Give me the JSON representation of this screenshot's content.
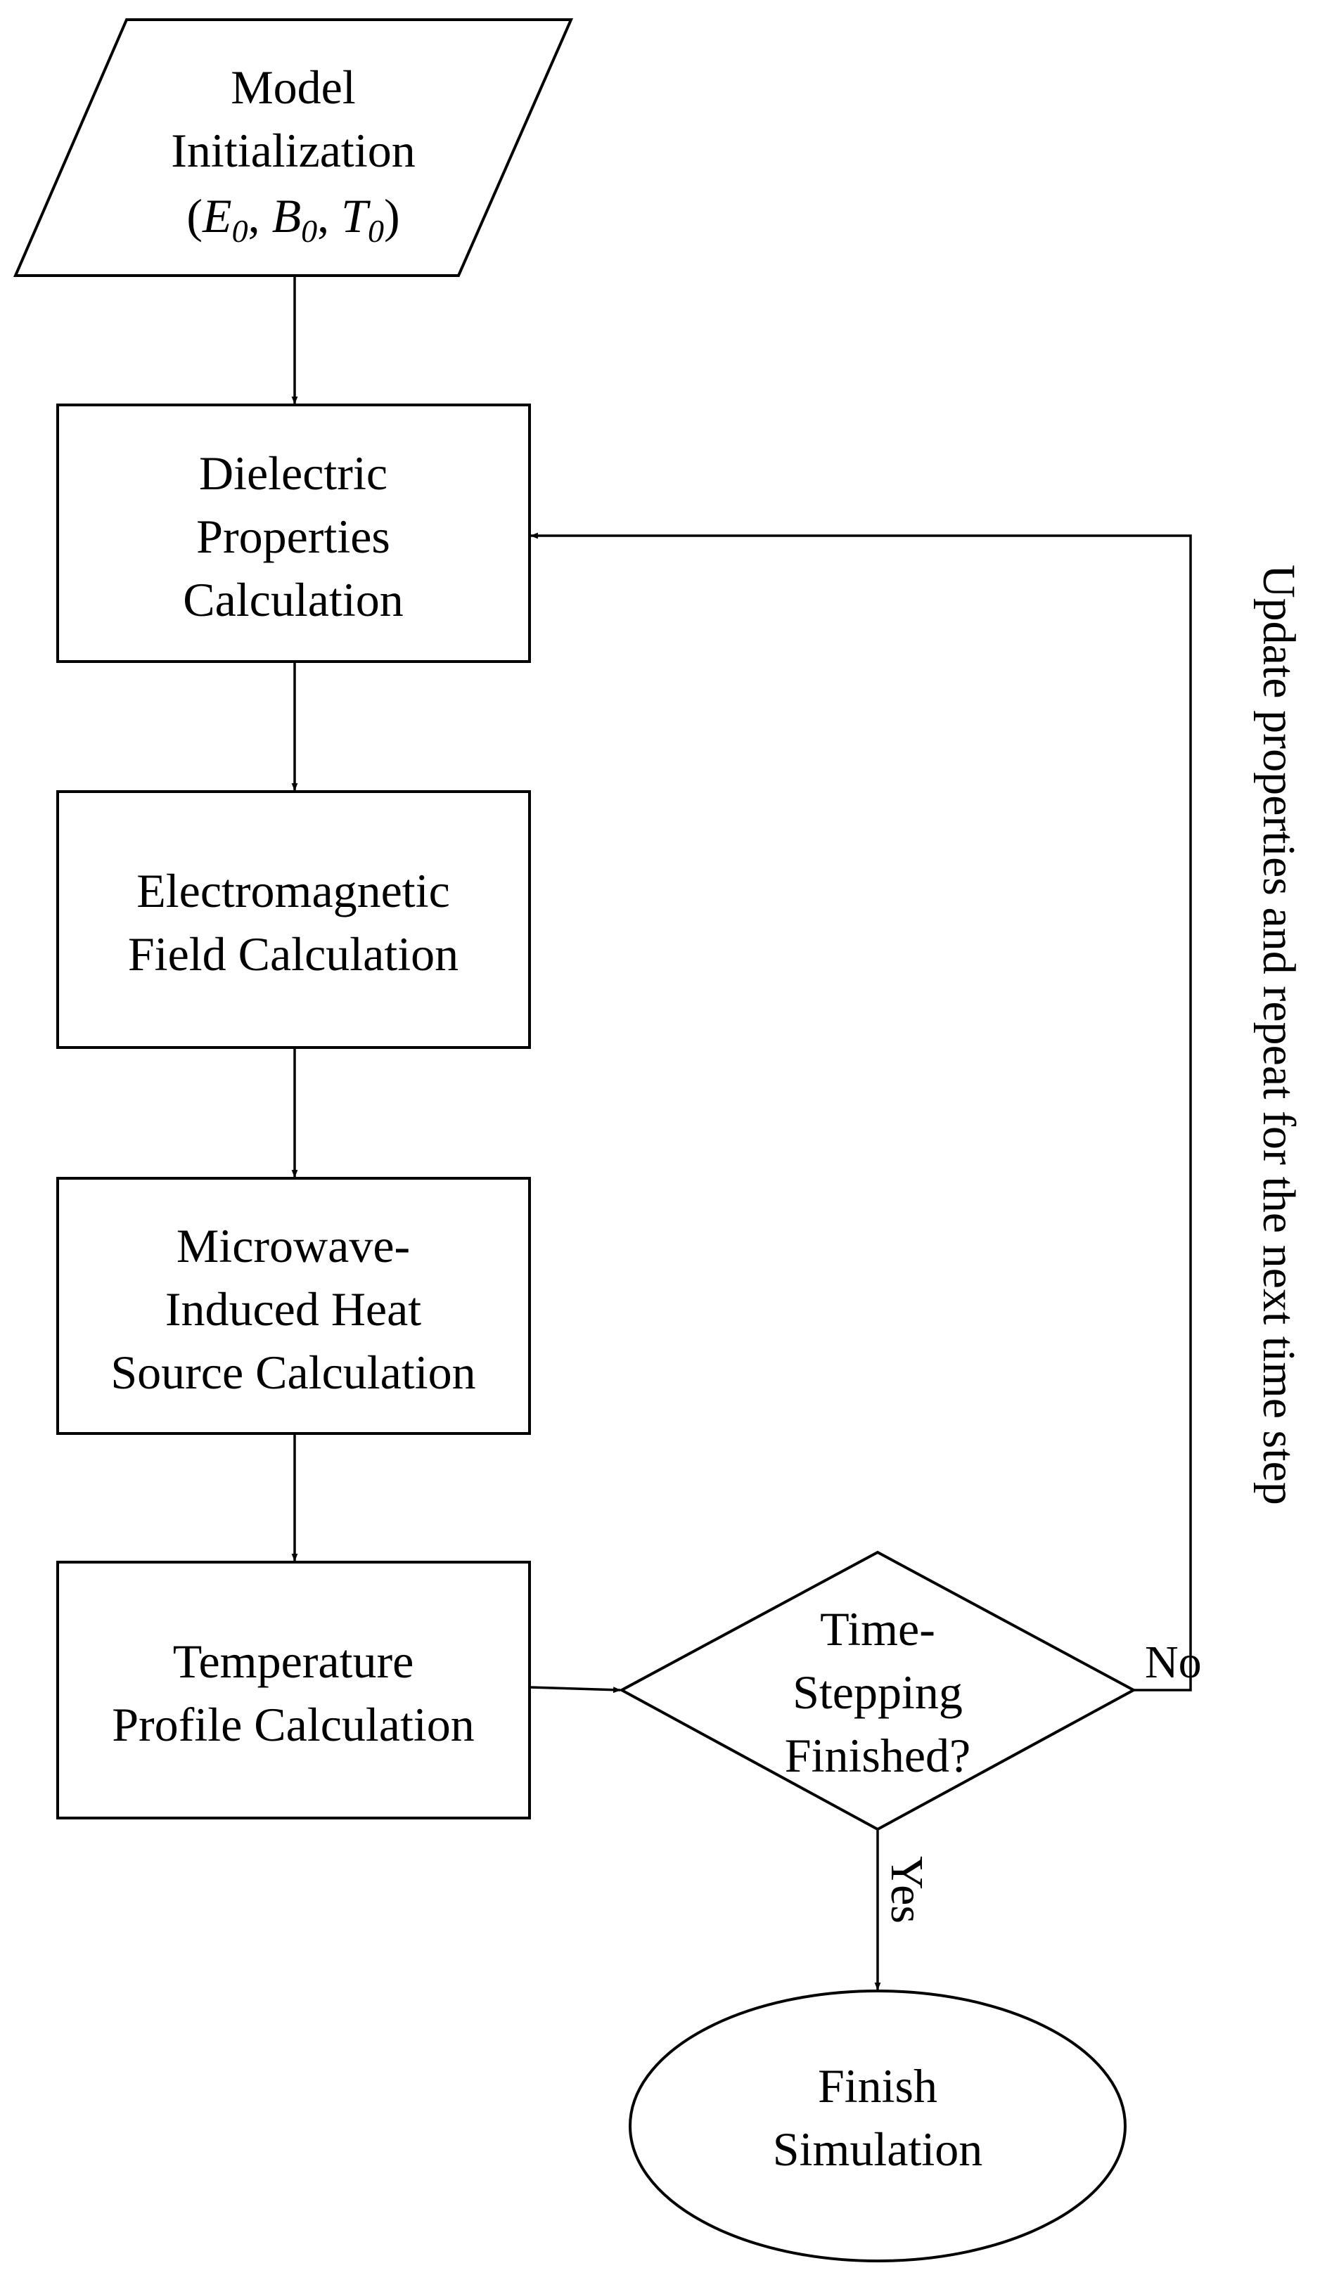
{
  "nodes": {
    "init": {
      "lines": [
        "Model",
        "Initialization"
      ],
      "params": {
        "open": "(",
        "e": "E",
        "e_sub": "0",
        "sep1": ", ",
        "b": "B",
        "b_sub": "0",
        "sep2": ", ",
        "t": "T",
        "t_sub": "0",
        "close": ")"
      }
    },
    "dielectric": {
      "lines": [
        "Dielectric",
        "Properties",
        "Calculation"
      ]
    },
    "em_field": {
      "lines": [
        "Electromagnetic",
        "Field Calculation"
      ]
    },
    "heat_source": {
      "lines": [
        "Microwave-",
        "Induced Heat",
        "Source Calculation"
      ]
    },
    "temperature": {
      "lines": [
        "Temperature",
        "Profile Calculation"
      ]
    },
    "decision": {
      "lines": [
        "Time-",
        "Stepping",
        "Finished?"
      ]
    },
    "finish": {
      "lines": [
        "Finish",
        "Simulation"
      ]
    }
  },
  "edges": {
    "no_label": "No",
    "yes_label": "Yes",
    "loop_label": "Update properties and repeat for the next time step"
  },
  "colors": {
    "stroke": "#000000",
    "fill": "#ffffff",
    "text": "#000000"
  }
}
